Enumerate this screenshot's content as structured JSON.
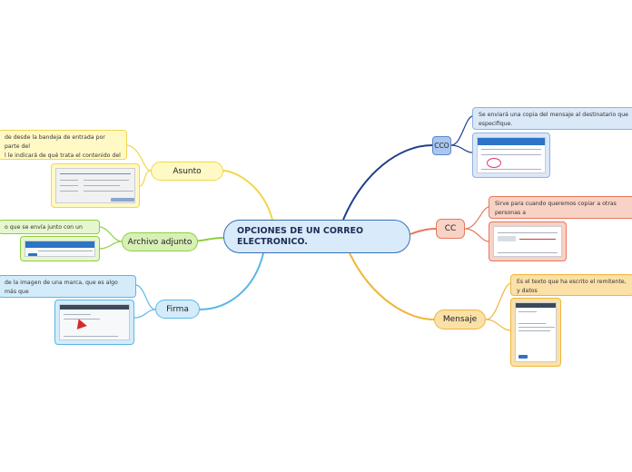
{
  "central": {
    "title": "OPCIONES DE UN CORREO ELECTRONICO."
  },
  "topics": {
    "asunto": {
      "label": "Asunto",
      "note": "de desde la bandeja de entrada por parte del\nl le indicará de qué trata el contenido del correo\ncibido."
    },
    "archivo": {
      "label": "Archivo adjunto",
      "note": "o que se envía junto con un mensaje."
    },
    "firma": {
      "label": "Firma",
      "note": "de la imagen de una marca, que es algo más que\nsu puesto."
    },
    "cco": {
      "label": "CCO",
      "note": "Se enviará una copia del mensaje al destinatario que\nespecifique."
    },
    "cc": {
      "label": "CC",
      "note": "Sirve para cuando queremos copiar a otras personas a\nmanera pública."
    },
    "mensaje": {
      "label": "Mensaje",
      "note": "Es el texto que ha escrito el remitente, y datos\nespecifican el destinatario o destinatarios."
    }
  },
  "colors": {
    "asunto": "#f2d64a",
    "archivo": "#8fcf3c",
    "firma": "#5ab7e4",
    "cco": "#1f3e8a",
    "cc": "#e8775b",
    "mensaje": "#f0b63a"
  }
}
